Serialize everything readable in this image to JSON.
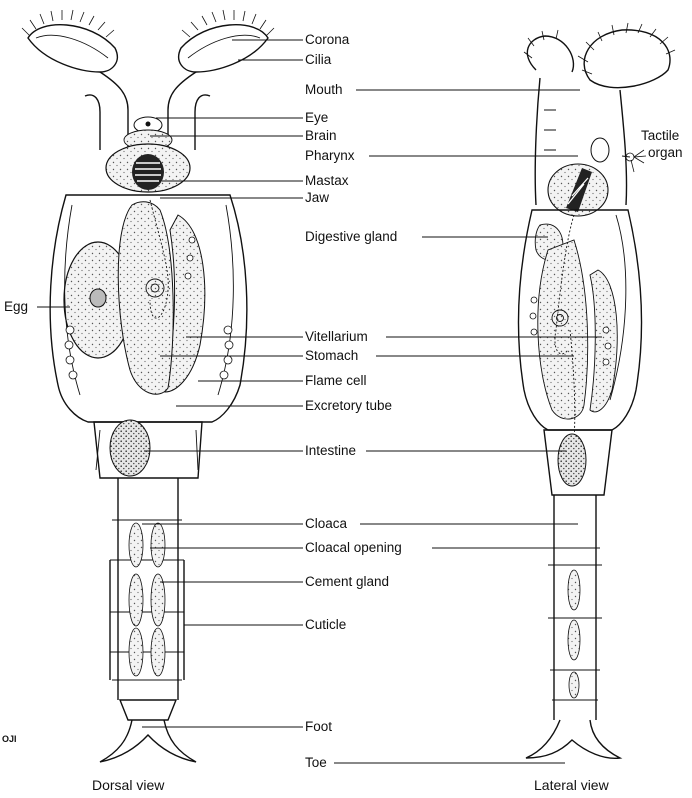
{
  "diagram": {
    "views": {
      "dorsal": "Dorsal view",
      "lateral": "Lateral view"
    },
    "corner_mark": "OJI",
    "labels": {
      "corona": "Corona",
      "cilia": "Cilia",
      "mouth": "Mouth",
      "eye": "Eye",
      "brain": "Brain",
      "pharynx": "Pharynx",
      "mastax": "Mastax",
      "jaw": "Jaw",
      "digestive_gland": "Digestive gland",
      "egg": "Egg",
      "vitellarium": "Vitellarium",
      "stomach": "Stomach",
      "flame_cell": "Flame cell",
      "excretory_tube": "Excretory tube",
      "intestine": "Intestine",
      "cloaca": "Cloaca",
      "cloacal_opening": "Cloacal opening",
      "cement_gland": "Cement gland",
      "cuticle": "Cuticle",
      "foot": "Foot",
      "toe": "Toe",
      "tactile_organ_line1": "Tactile",
      "tactile_organ_line2": "organ"
    }
  }
}
